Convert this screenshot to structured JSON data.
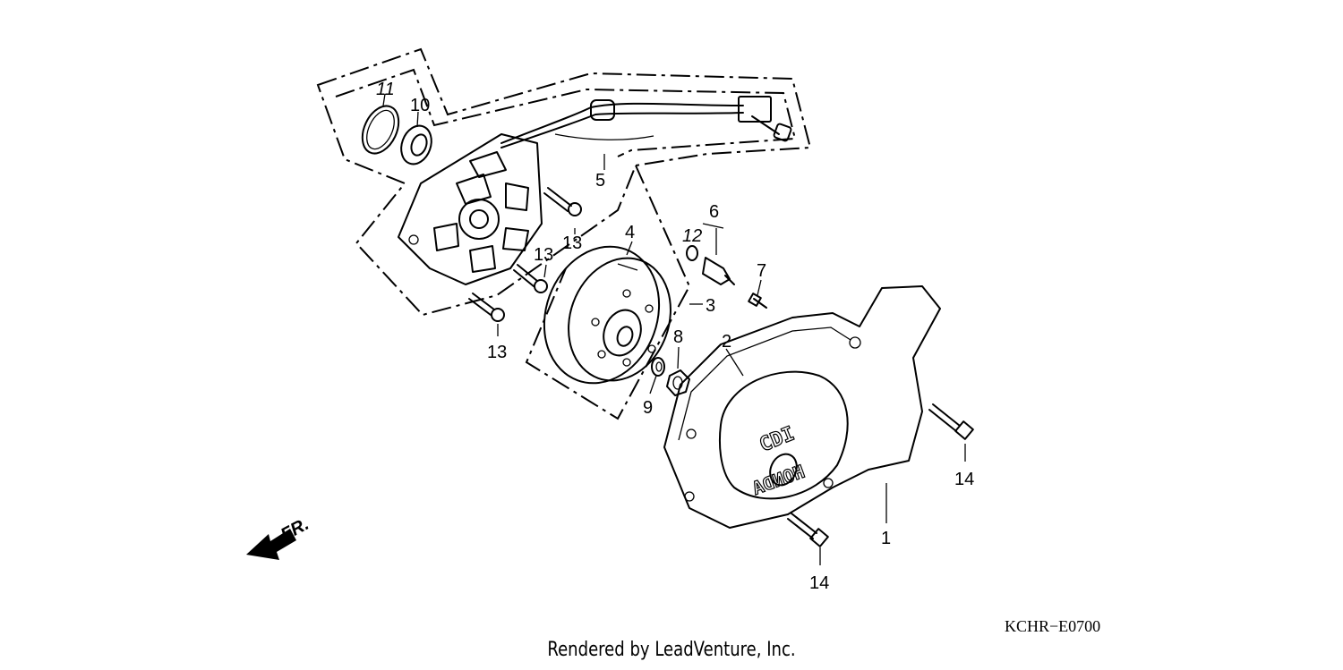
{
  "diagram": {
    "code": "KCHR−E0700",
    "credit": "Rendered by LeadVenture, Inc.",
    "front_label": "FR.",
    "cover_text": "CDI",
    "brand_text": "HONDA",
    "callouts": {
      "c1": "1",
      "c2": "2",
      "c3": "3",
      "c4": "4",
      "c5": "5",
      "c6": "6",
      "c7": "7",
      "c8": "8",
      "c9": "9",
      "c10": "10",
      "c11": "11",
      "c12": "12",
      "c13a": "13",
      "c13b": "13",
      "c13c": "13",
      "c14a": "14",
      "c14b": "14"
    }
  }
}
